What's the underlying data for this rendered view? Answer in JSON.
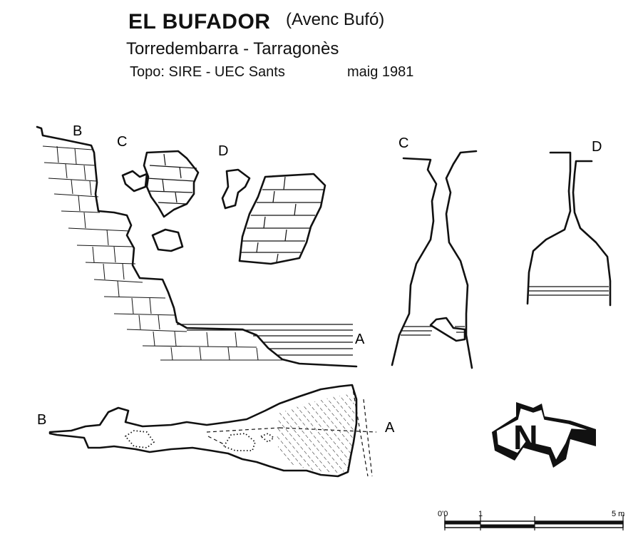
{
  "header": {
    "title": "EL BUFADOR",
    "alt_name": "(Avenc Bufó)",
    "location": "Torredembarra - Tarragonès",
    "credits": "Topo: SIRE - UEC Sants",
    "date": "maig 1981"
  },
  "profile": {
    "labels": {
      "b": "B",
      "c": "C",
      "d": "D",
      "a": "A"
    }
  },
  "sections": {
    "c_label": "C",
    "d_label": "D"
  },
  "plan": {
    "labels": {
      "b": "B",
      "a": "A"
    }
  },
  "north_arrow": {
    "icon": "north-arrow-icon",
    "letter": "N"
  },
  "scale_bar": {
    "ticks": [
      "0'0",
      "1",
      "5 m"
    ],
    "segments": [
      0,
      1,
      5
    ]
  }
}
